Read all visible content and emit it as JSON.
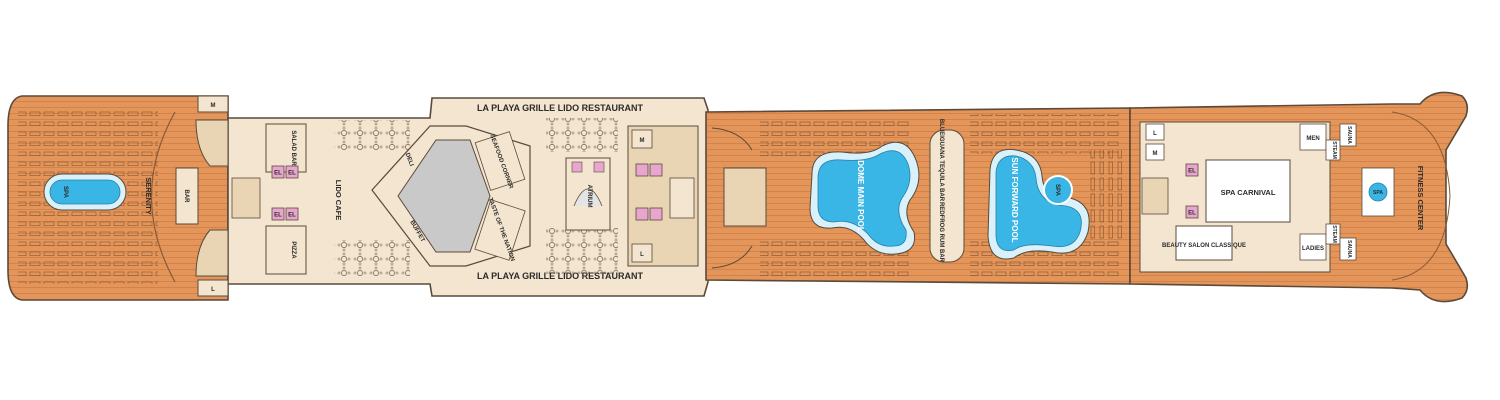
{
  "deck": {
    "aft": {
      "serenity": "SERENITY",
      "bar": "BAR",
      "spa_tub": "SPA",
      "mens": "M",
      "ladies": "L"
    },
    "lido": {
      "restaurant_top": "LA PLAYA GRILLE LIDO RESTAURANT",
      "restaurant_bottom": "LA PLAYA GRILLE LIDO RESTAURANT",
      "salad_bar": "SALAD BAR",
      "pizza": "PIZZA",
      "lido_cafe": "LIDO CAFE",
      "deli": "DELI",
      "buffet": "BUFFET",
      "seafood_corner": "SEAFOOD CORNER",
      "taste_of_the_nation": "TASTE OF THE NATION",
      "atrium": "ATRIUM",
      "elevator": "EL",
      "mens": "M",
      "ladies": "L"
    },
    "mid": {
      "dome_main_pool": "DOME MAIN POOL",
      "blueiguana_tequila_bar": "BLUEIGUANA TEQUILA BAR",
      "redfrog_rum_bar": "REDFROG RUM BAR",
      "sun_forward_pool": "SUN FORWARD POOL",
      "spa": "SPA"
    },
    "forward": {
      "spa_carnival": "SPA CARNIVAL",
      "beauty_salon": "BEAUTY SALON CLASSIQUE",
      "fitness_center": "FITNESS CENTER",
      "sauna": "SAUNA",
      "steam": "STEAM",
      "men": "MEN",
      "ladies": "LADIES",
      "spa_tub": "SPA",
      "elevator": "EL",
      "mens": "M",
      "ladies_restroom": "L"
    }
  },
  "colors": {
    "teak": "#e4955a",
    "teak_dark": "#c9763c",
    "interior": "#f3e5cf",
    "outline": "#5b4a3a",
    "pool": "#3ab6e6",
    "pool_rim": "#d9f1fa",
    "elevator": "#e8a6cf"
  }
}
